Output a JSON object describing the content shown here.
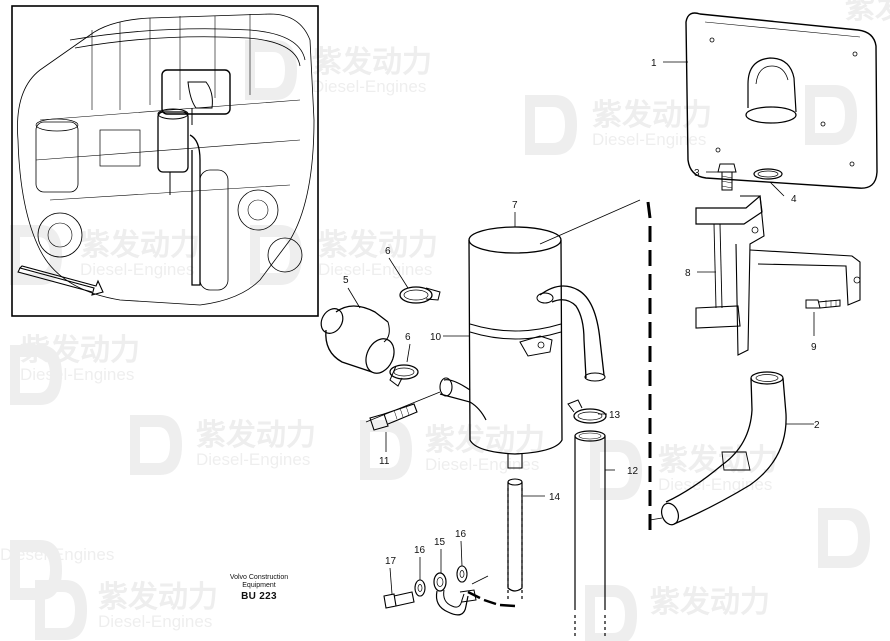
{
  "watermark": {
    "chinese": "紫发动力",
    "english": "Diesel-Engines"
  },
  "caption": {
    "line1": "Volvo Construction",
    "line2": "Equipment",
    "code": "BU 223"
  },
  "callouts": {
    "c1": "1",
    "c2": "2",
    "c3": "3",
    "c4": "4",
    "c5": "5",
    "c6a": "6",
    "c6b": "6",
    "c7": "7",
    "c8": "8",
    "c9": "9",
    "c10": "10",
    "c11": "11",
    "c12": "12",
    "c13": "13",
    "c14": "14",
    "c15": "15",
    "c16a": "16",
    "c16b": "16",
    "c17": "17"
  },
  "colors": {
    "line": "#000000",
    "watermark_opacity": 0.07
  }
}
